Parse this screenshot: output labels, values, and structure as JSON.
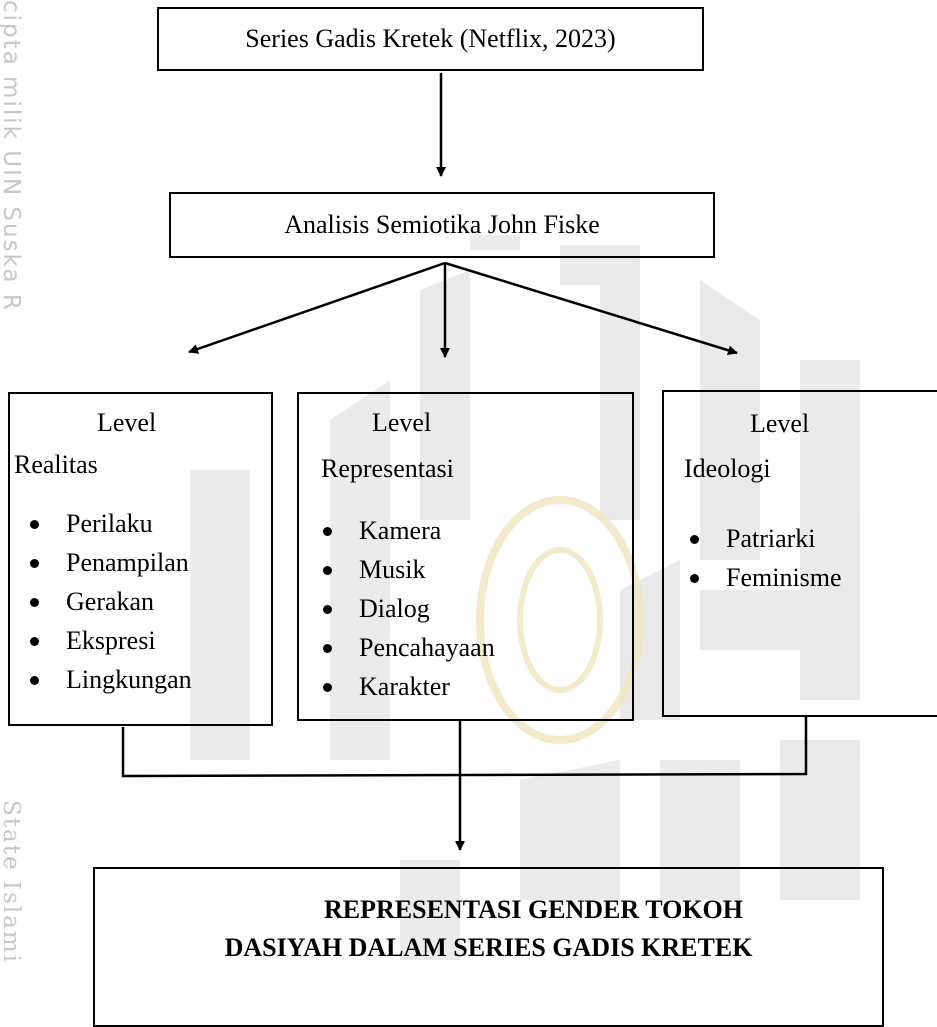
{
  "sidebar": {
    "top_text": "cipta milik UIN Suska R",
    "bottom_text": "State Islami"
  },
  "source": {
    "label": "Series Gadis Kretek (Netflix, 2023)"
  },
  "method": {
    "label": "Analisis Semiotika John Fiske"
  },
  "levels": [
    {
      "title": "Level",
      "subtitle": "Realitas",
      "items": [
        "Perilaku",
        "Penampilan",
        "Gerakan",
        "Ekspresi",
        "Lingkungan"
      ]
    },
    {
      "title": "Level",
      "subtitle": "Representasi",
      "items": [
        "Kamera",
        "Musik",
        "Dialog",
        "Pencahayaan",
        "Karakter"
      ]
    },
    {
      "title": "Level",
      "subtitle": "Ideologi",
      "items": [
        "Patriarki",
        "Feminisme"
      ]
    }
  ],
  "conclusion": {
    "line1": "REPRESENTASI GENDER TOKOH",
    "line2": "DASIYAH DALAM SERIES GADIS KRETEK"
  },
  "colors": {
    "line": "#000000",
    "watermark": "#d9d9d9",
    "watermark_gold": "#f1e6bf",
    "sidebar_text": "#c7c7c7"
  }
}
